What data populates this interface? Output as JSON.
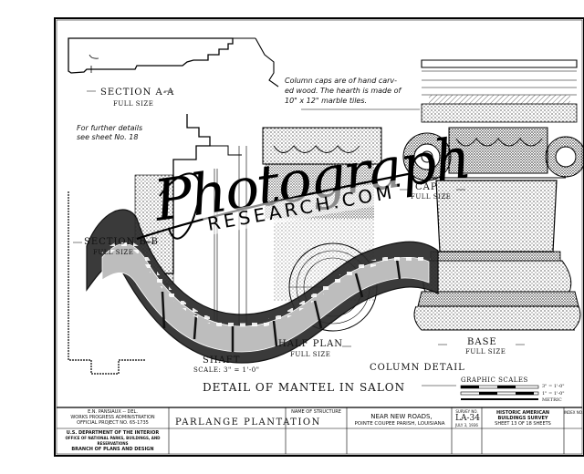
{
  "labels": {
    "section_aa": "SECTION A-A",
    "section_aa_scale": "FULL SIZE",
    "further_details": "For further details",
    "see_sheet": "see sheet No. 18",
    "column_caps_note_1": "Column caps are of hand carv-",
    "column_caps_note_2": "ed wood.  The hearth is made of",
    "column_caps_note_3": "10\" x 12\" marble tiles.",
    "section_bb": "SECTION B-B",
    "section_bb_scale": "FULL SIZE",
    "cap": "CAP",
    "cap_scale": "FULL SIZE",
    "half_plan": "HALF PLAN",
    "half_plan_scale": "FULL SIZE",
    "base": "BASE",
    "base_scale": "FULL SIZE",
    "shaft": "SHAFT",
    "shaft_scale": "SCALE: 3\" = 1'-0\"",
    "column_detail": "COLUMN DETAIL",
    "mantel_detail": "DETAIL OF MANTEL IN SALON",
    "graphic_scales": "GRAPHIC SCALES",
    "scale_1": "3\" = 1'-0\"",
    "scale_2": "1\" = 1'-0\"",
    "metric": "METRIC"
  },
  "title_block": {
    "drawn_by": "E.N. PANSIAUX -- DEL.",
    "wpa": "WORKS PROGRESS ADMINISTRATION",
    "project_no": "OFFICIAL PROJECT NO. 65-1735",
    "dept": "U.S. DEPARTMENT OF THE INTERIOR",
    "office": "OFFICE OF NATIONAL PARKS, BUILDINGS, AND RESERVATIONS",
    "branch": "BRANCH OF PLANS AND DESIGN",
    "structure_label": "NAME OF STRUCTURE",
    "structure_name": "PARLANGE PLANTATION",
    "location_1": "NEAR NEW ROADS,",
    "location_2": "POINTE COUPEE PARISH, LOUISIANA",
    "survey_no_label": "SURVEY NO.",
    "survey_no": "LA-34",
    "date": "JULY 3, 1936",
    "habs_1": "HISTORIC AMERICAN",
    "habs_2": "BUILDINGS SURVEY",
    "sheet": "SHEET 13 OF 18 SHEETS",
    "index": "INDEX NO."
  },
  "watermark": {
    "script": "Photograph",
    "sans": "RESEARCH.COM"
  }
}
